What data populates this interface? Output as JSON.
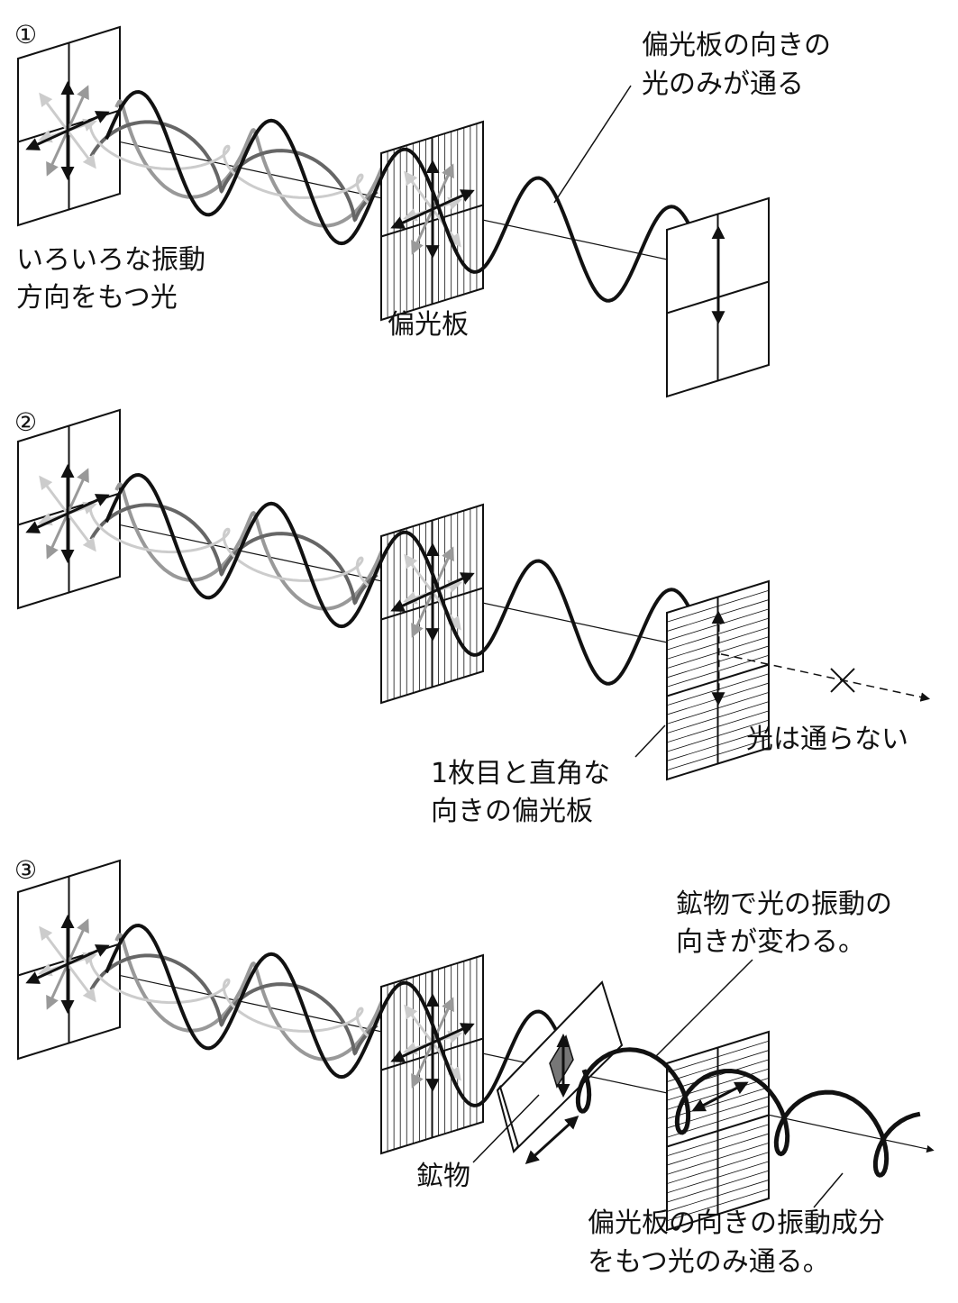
{
  "panels": [
    {
      "number": "①",
      "top_label": [
        "偏光板の向きの",
        "光のみが通る"
      ],
      "source_label": [
        "いろいろな振動",
        "方向をもつ光"
      ],
      "polarizer_label": "偏光板"
    },
    {
      "number": "②",
      "blocked_label": "光は通らない",
      "second_polarizer_label": [
        "1枚目と直角な",
        "向きの偏光板"
      ]
    },
    {
      "number": "③",
      "top_label": [
        "鉱物で光の振動の",
        "向きが変わる。"
      ],
      "mineral_label": "鉱物",
      "bottom_label": [
        "偏光板の向きの振動成分",
        "をもつ光のみ通る。"
      ]
    }
  ],
  "colors": {
    "ink": "#111111",
    "gray_dark": "#666666",
    "gray_mid": "#999999",
    "gray_light": "#cccccc"
  }
}
